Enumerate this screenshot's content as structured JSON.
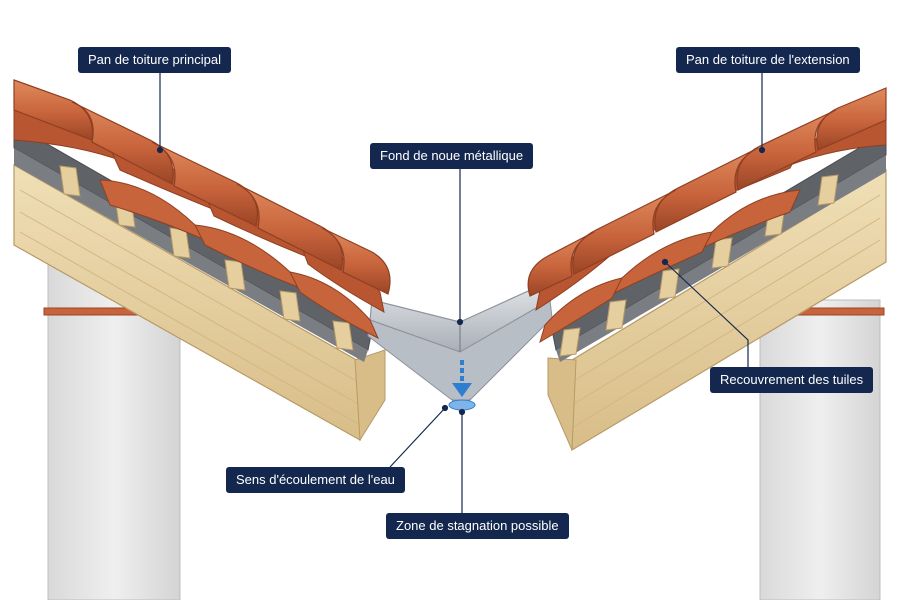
{
  "labels": {
    "main_roof": "Pan de toiture principal",
    "extension_roof": "Pan de toiture de l'extension",
    "valley_flashing": "Fond de noue métallique",
    "tile_overlap": "Recouvrement des tuiles",
    "water_flow": "Sens d'écoulement de l'eau",
    "stagnation_zone": "Zone de stagnation possible"
  },
  "colors": {
    "label_bg": "#14284f",
    "label_text": "#ffffff",
    "leader_line": "#14284f",
    "tile": "#c8643c",
    "tile_shadow": "#9a4526",
    "wood": "#e9d4a6",
    "wood_dark": "#c9ac78",
    "membrane": "#5f6266",
    "metal": "#c7ccd3",
    "metal_dark": "#8d939b",
    "wall": "#e2e2e2",
    "water_arrow": "#2f7fd1"
  }
}
